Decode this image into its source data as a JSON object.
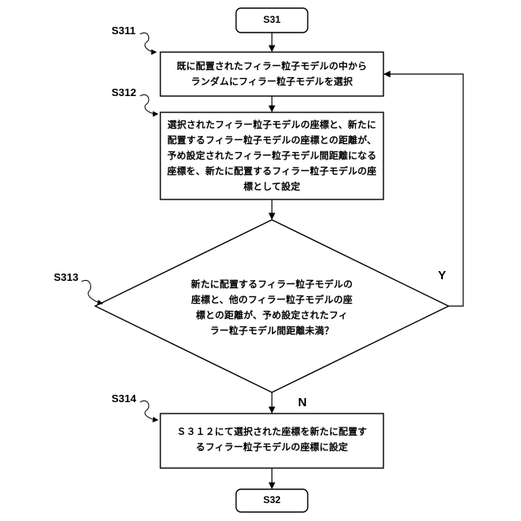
{
  "terminals": {
    "start": "S31",
    "end": "S32"
  },
  "steps": {
    "s311": {
      "label": "S311",
      "text": "既に配置されたフィラー粒子モデルの中から\nランダムにフィラー粒子モデルを選択"
    },
    "s312": {
      "label": "S312",
      "text": "選択されたフィラー粒子モデルの座標と、新たに\n配置するフィラー粒子モデルの座標との距離が、\n予め設定されたフィラー粒子モデル間距離になる\n座標を、新たに配置するフィラー粒子モデルの座\n標として設定"
    },
    "s313": {
      "label": "S313",
      "text": "新たに配置するフィラー粒子モデルの\n座標と、他のフィラー粒子モデルの座\n標との距離が、予め設定されたフィ\nラー粒子モデル間距離未満？"
    },
    "s314": {
      "label": "S314",
      "text": "Ｓ３１２にて選択された座標を新たに配置す\nるフィラー粒子モデルの座標に設定"
    }
  },
  "branches": {
    "yes": "Y",
    "no": "N"
  }
}
